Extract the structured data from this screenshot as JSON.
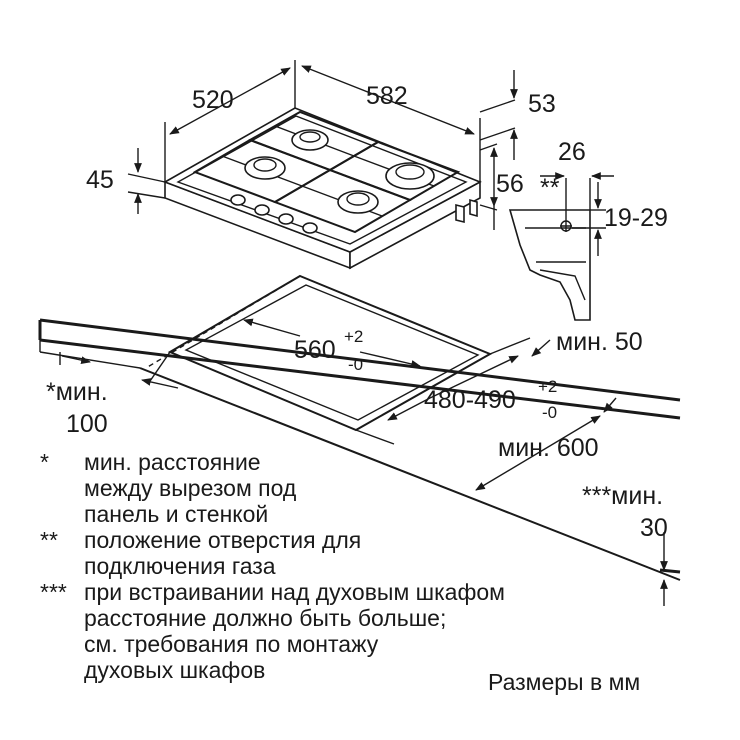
{
  "dimensions": {
    "width_520": "520",
    "width_582": "582",
    "depth_53": "53",
    "height_45": "45",
    "gas_26": "26",
    "gas_marker": "**",
    "gas_56": "56",
    "gas_range": "19-29",
    "cutout_width": "560",
    "cutout_width_tol_plus": "+2",
    "cutout_width_tol_minus": "-0",
    "cutout_depth": "480-490",
    "cutout_depth_tol_plus": "+2",
    "cutout_depth_tol_minus": "-0",
    "min_50": "мин. 50",
    "min_100_line1": "*мин.",
    "min_100_line2": "100",
    "min_600": "мин. 600",
    "min_30_line1": "***мин.",
    "min_30_line2": "30"
  },
  "notes": [
    {
      "mark": "*",
      "lines": [
        "мин. расстояние",
        "между вырезом под",
        "панель и стенкой"
      ]
    },
    {
      "mark": "**",
      "lines": [
        "положение отверстия для",
        "подключения газа"
      ]
    },
    {
      "mark": "***",
      "lines": [
        "при встраивании над духовым шкафом",
        "расстояние должно быть больше;",
        "см. требования по монтажу",
        "духовых шкафов"
      ]
    }
  ],
  "units_label": "Размеры в мм"
}
